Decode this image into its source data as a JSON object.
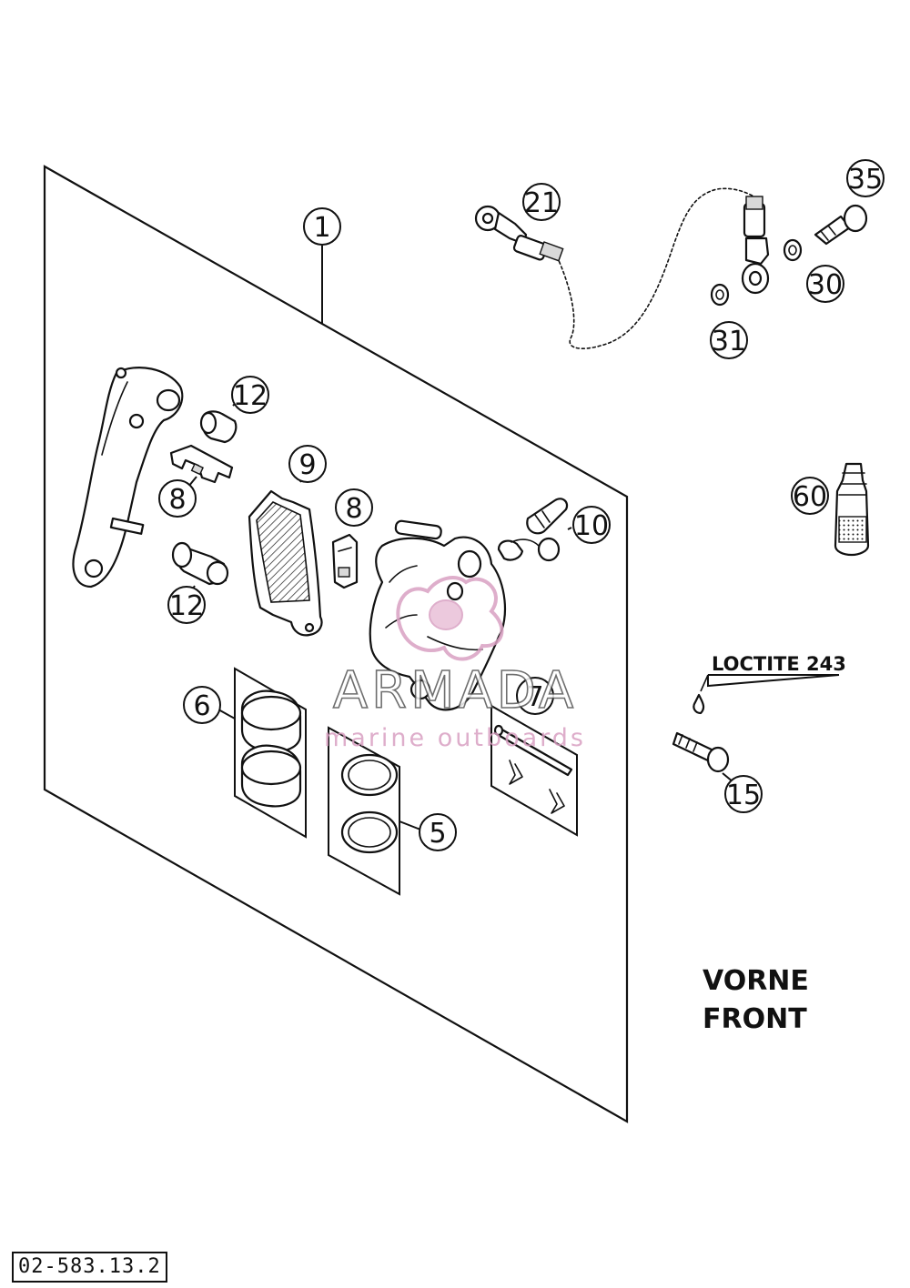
{
  "callouts": {
    "c1": "1",
    "c5": "5",
    "c6": "6",
    "c7": "7",
    "c8a": "8",
    "c8b": "8",
    "c9": "9",
    "c10": "10",
    "c12a": "12",
    "c12b": "12",
    "c15": "15",
    "c21": "21",
    "c30": "30",
    "c31": "31",
    "c35": "35",
    "c60": "60"
  },
  "notes": {
    "loctite": "LOCTITE 243",
    "direction_de": "VORNE",
    "direction_en": "FRONT"
  },
  "watermark": {
    "name": "ARMADA",
    "tagline": "marine outboards",
    "color": "#d9a0c2"
  },
  "drawing_number": "02-583.13.2",
  "colors": {
    "line": "#111111",
    "background": "#ffffff"
  }
}
